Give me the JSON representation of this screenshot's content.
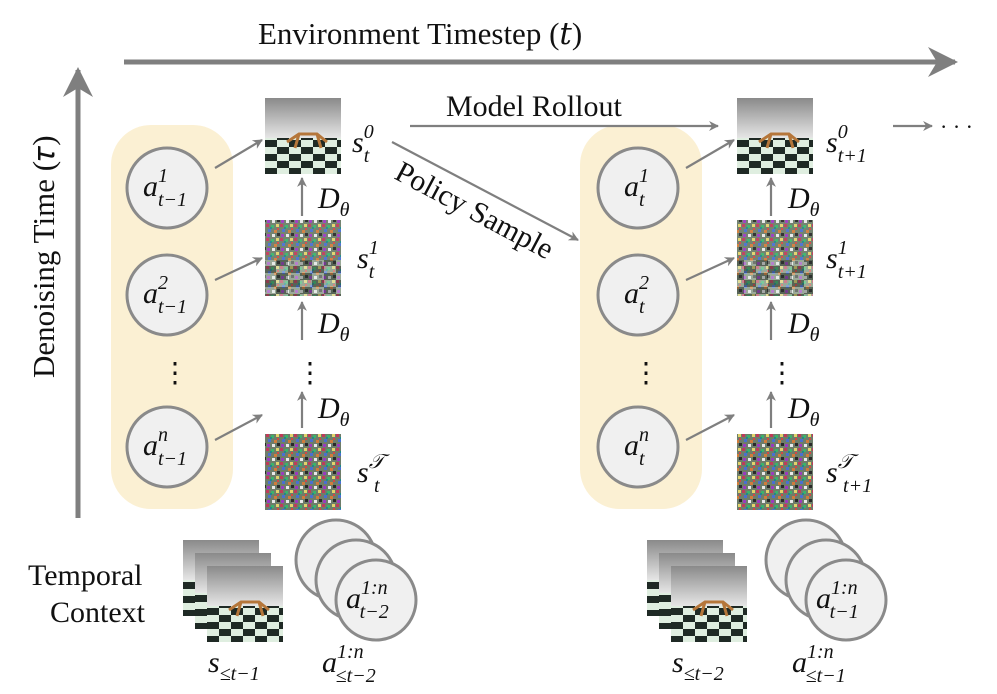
{
  "axes": {
    "horizontal_label": "Environment Timestep (𝑡)",
    "vertical_label": "Denoising Time (𝜏)"
  },
  "arrows": {
    "model_rollout": "Model Rollout",
    "policy_sample": "Policy Sample",
    "continuation": "· · ·",
    "denoiser": "D",
    "denoiser_sub": "θ"
  },
  "row_label": "Temporal\nContext",
  "column_t": {
    "actions": [
      {
        "base": "a",
        "sup": "1",
        "sub": "t−1"
      },
      {
        "base": "a",
        "sup": "2",
        "sub": "t−1"
      },
      {
        "base": "a",
        "sup": "n",
        "sub": "t−1"
      }
    ],
    "states": [
      {
        "base": "s",
        "sup": "0",
        "sub": "t"
      },
      {
        "base": "s",
        "sup": "1",
        "sub": "t"
      },
      {
        "base": "s",
        "sup": "𝒯",
        "sub": "t"
      }
    ],
    "context_state": {
      "base": "s",
      "sub": "≤t−1"
    },
    "context_action_stack": {
      "base": "a",
      "sup": "1:n",
      "sub": "t−2"
    },
    "context_action": {
      "base": "a",
      "sup": "1:n",
      "sub": "≤t−2"
    }
  },
  "column_t1": {
    "actions": [
      {
        "base": "a",
        "sup": "1",
        "sub": "t"
      },
      {
        "base": "a",
        "sup": "2",
        "sub": "t"
      },
      {
        "base": "a",
        "sup": "n",
        "sub": "t"
      }
    ],
    "states": [
      {
        "base": "s",
        "sup": "0",
        "sub": "t+1"
      },
      {
        "base": "s",
        "sup": "1",
        "sub": "t+1"
      },
      {
        "base": "s",
        "sup": "𝒯",
        "sub": "t+1"
      }
    ],
    "context_state": {
      "base": "s",
      "sub": "≤t−2"
    },
    "context_action_stack": {
      "base": "a",
      "sup": "1:n",
      "sub": "t−1"
    },
    "context_action": {
      "base": "a",
      "sup": "1:n",
      "sub": "≤t−1"
    }
  },
  "ellipsis": "⋮",
  "colors": {
    "arrow": "#7f7f7f",
    "highlight": "#fbf0d3",
    "circle_fill": "#f0f0f0",
    "circle_stroke": "#8a8a8a"
  }
}
